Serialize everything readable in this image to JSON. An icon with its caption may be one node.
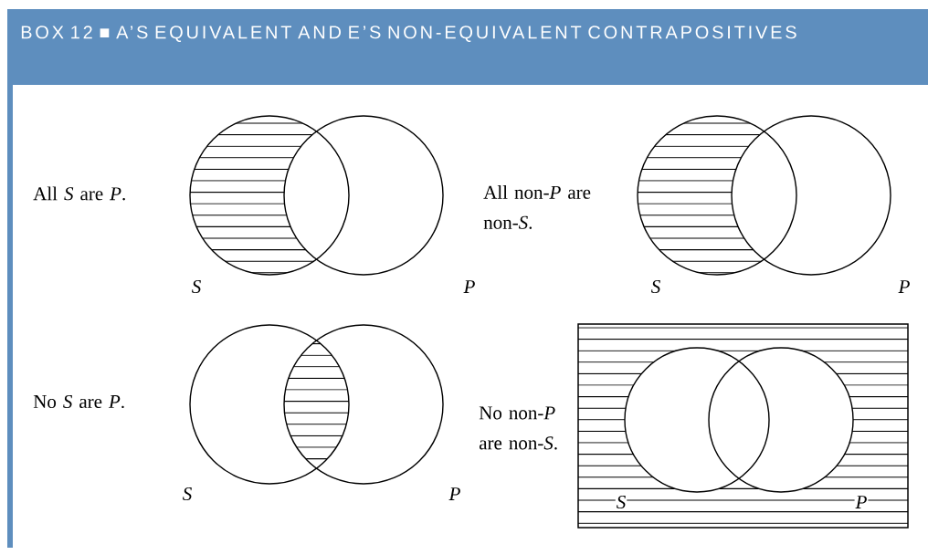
{
  "diagram": {
    "title": "BOX 12 ■ A’S EQUIVALENT AND E’S NON-EQUIVALENT CONTRAPOSITIVES",
    "labels": [
      "All *S* are *P*.",
      "S",
      "P",
      "All non-*P* are non-*S*.",
      "S",
      "P",
      "No *S* are *P*.",
      "S",
      "P",
      "No non-*P* are non-*S*.",
      "S",
      "P"
    ]
  }
}
